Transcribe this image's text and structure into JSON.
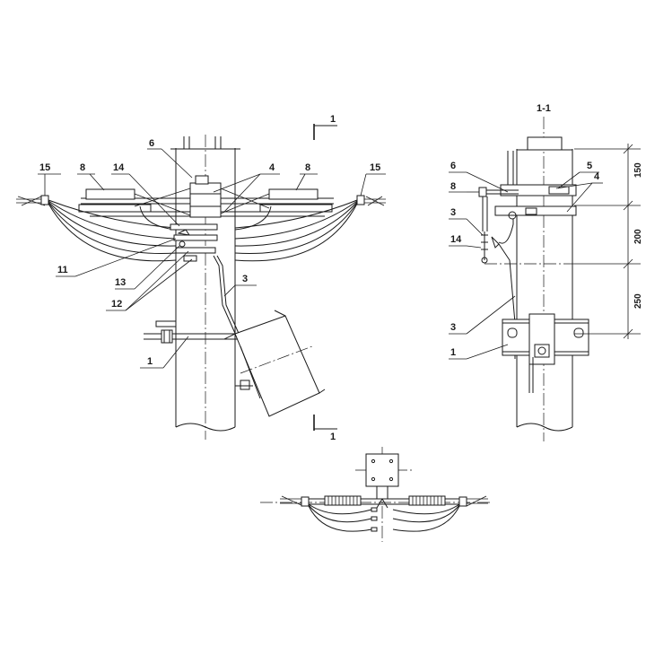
{
  "front_view": {
    "callouts": [
      "15",
      "8",
      "14",
      "6",
      "4",
      "8",
      "15",
      "11",
      "13",
      "12",
      "3",
      "1"
    ],
    "section_marks": [
      "1",
      "1"
    ]
  },
  "side_view": {
    "title": "1-1",
    "callouts": [
      "6",
      "5",
      "8",
      "4",
      "3",
      "14",
      "3",
      "1"
    ],
    "dimensions": [
      "150",
      "200",
      "250"
    ]
  }
}
